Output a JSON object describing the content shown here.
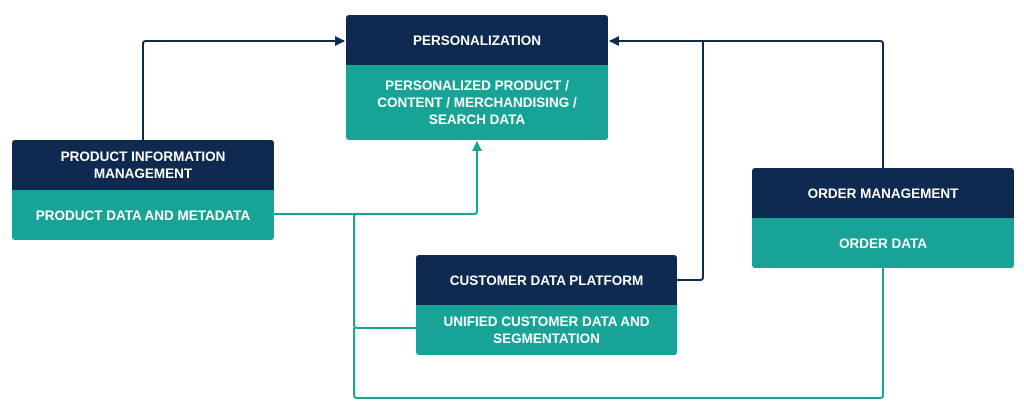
{
  "colors": {
    "header": "#0f2a50",
    "data": "#18a397",
    "line_dark": "#0f2a50",
    "line_teal": "#18a397"
  },
  "nodes": {
    "personalization": {
      "title": "PERSONALIZATION",
      "data": "PERSONALIZED PRODUCT / CONTENT / MERCHANDISING / SEARCH DATA"
    },
    "pim": {
      "title": "PRODUCT INFORMATION MANAGEMENT",
      "data": "PRODUCT DATA AND METADATA"
    },
    "cdp": {
      "title": "CUSTOMER DATA PLATFORM",
      "data": "UNIFIED CUSTOMER DATA AND SEGMENTATION"
    },
    "oms": {
      "title": "ORDER MANAGEMENT",
      "data": "ORDER DATA"
    }
  },
  "edges": [
    {
      "from": "pim",
      "to": "personalization",
      "kind": "system"
    },
    {
      "from": "cdp",
      "to": "personalization",
      "kind": "system"
    },
    {
      "from": "oms",
      "to": "personalization",
      "kind": "system"
    },
    {
      "from": "pim.data",
      "to": "personalization.data",
      "kind": "data"
    },
    {
      "from": "cdp.data",
      "to": "personalization.data",
      "kind": "data"
    },
    {
      "from": "oms.data",
      "to": "personalization.data",
      "kind": "data"
    }
  ]
}
